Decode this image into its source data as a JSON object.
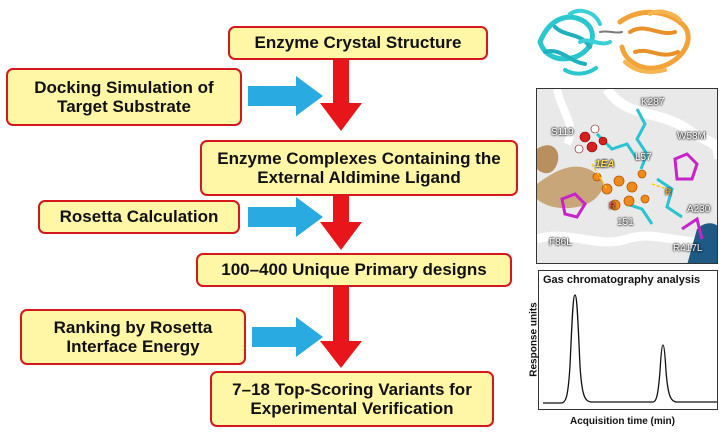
{
  "workflow": {
    "steps": [
      "Enzyme Crystal Structure",
      "Enzyme Complexes Containing the External Aldimine Ligand",
      "100–400 Unique Primary designs",
      "7–18 Top-Scoring Variants for Experimental Verification"
    ],
    "inputs": [
      "Docking Simulation of Target Substrate",
      "Rosetta Calculation",
      "Ranking by Rosetta Interface Energy"
    ]
  },
  "structure_panel": {
    "residue_labels": [
      "K287",
      "S119",
      "L57",
      "W58M",
      "1EA",
      "A230",
      "F86L",
      "R417L",
      "151",
      "R",
      "R"
    ]
  },
  "gc_panel": {
    "title": "Gas chromatography analysis",
    "ylabel": "Response units",
    "xlabel": "Acquisition time (min)"
  },
  "colors": {
    "box_fill": "#fff7a6",
    "box_border": "#d4181c",
    "down_arrow": "#e8161a",
    "side_arrow": "#29abe2"
  }
}
